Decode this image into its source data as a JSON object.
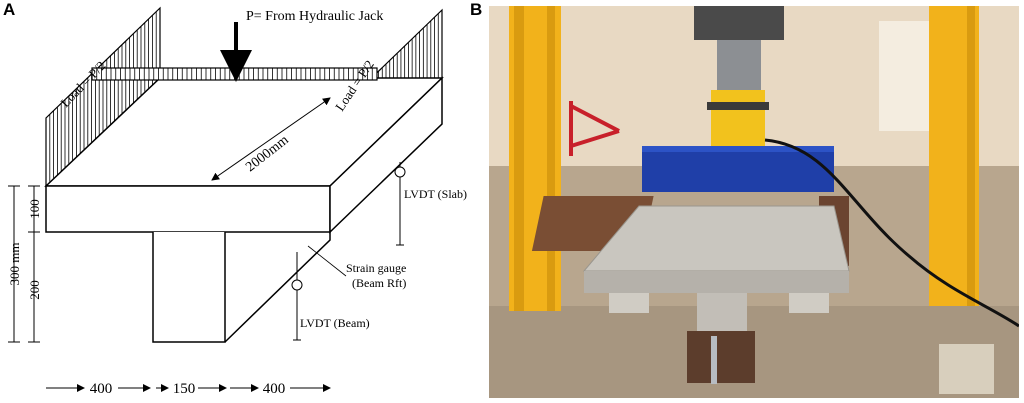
{
  "panel_a": {
    "label": "A",
    "load_text": "P= From Hydraulic Jack",
    "load_left": "Load = P/2",
    "load_right": "Load = P/2",
    "span_dim": "2000mm",
    "lvdt_slab": "LVDT (Slab)",
    "lvdt_beam": "LVDT (Beam)",
    "strain_gauge_line1": "Strain gauge",
    "strain_gauge_line2": "(Beam Rft)",
    "height_total": "300 mm",
    "height_flange": "100",
    "height_web": "200",
    "width_left": "400",
    "width_web": "150",
    "width_right": "400"
  },
  "panel_b": {
    "label": "B"
  }
}
